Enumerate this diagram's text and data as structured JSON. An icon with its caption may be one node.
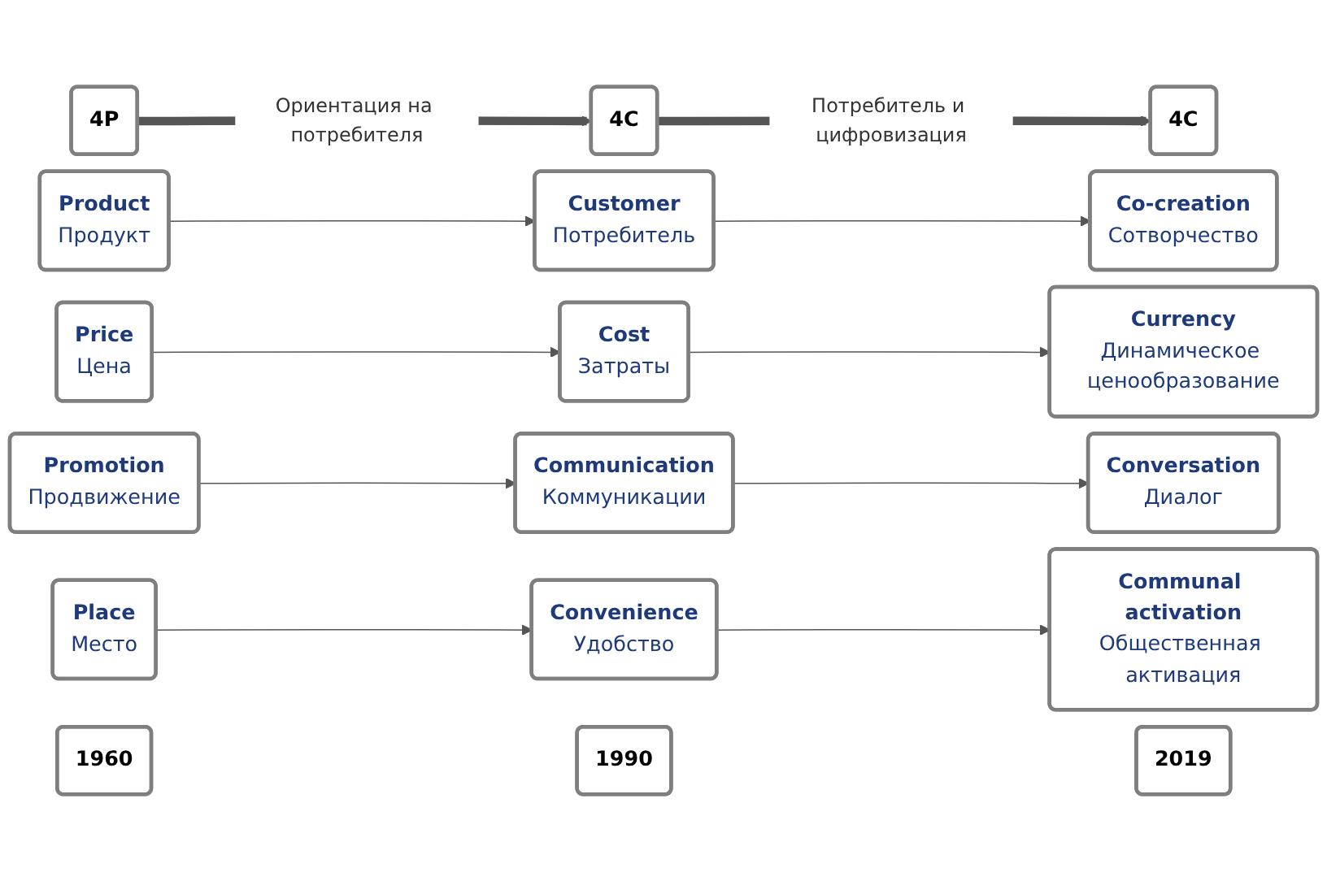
{
  "diagram": {
    "nodes": [
      {
        "text": [
          "4P"
        ]
      },
      {
        "text": [
          "4C"
        ]
      },
      {
        "text": [
          "4C"
        ]
      },
      {
        "text": [
          "Product",
          "Продукт"
        ]
      },
      {
        "text": [
          "Customer",
          "Потребитель"
        ]
      },
      {
        "text": [
          "Co-creation",
          "Сотворчество"
        ]
      },
      {
        "text": [
          "Price",
          "Цена"
        ]
      },
      {
        "text": [
          "Cost",
          "Затраты"
        ]
      },
      {
        "text": [
          "Currency",
          "Динамическое ценообразование"
        ]
      },
      {
        "text": [
          "Promotion",
          "Продвижение"
        ]
      },
      {
        "text": [
          "Communication",
          "Коммуникации"
        ]
      },
      {
        "text": [
          "Conversation",
          "Диалог"
        ]
      },
      {
        "text": [
          "Place",
          "Место"
        ]
      },
      {
        "text": [
          "Convenience",
          "Удобство"
        ]
      },
      {
        "text": [
          "Communal activation",
          "Общественная активация"
        ]
      },
      {
        "text": [
          "1960"
        ]
      },
      {
        "text": [
          "1990"
        ]
      },
      {
        "text": [
          "2019"
        ]
      }
    ],
    "edges": [
      {
        "from": 0,
        "to": 1,
        "arrow": "to",
        "label": "Ориентация на потребителя",
        "style": "thick"
      },
      {
        "from": 1,
        "to": 2,
        "arrow": "to",
        "label": "Потребитель и цифровизация",
        "style": "thick"
      },
      {
        "from": 3,
        "to": 4,
        "arrow": "to"
      },
      {
        "from": 4,
        "to": 5,
        "arrow": "to"
      },
      {
        "from": 6,
        "to": 7,
        "arrow": "to"
      },
      {
        "from": 7,
        "to": 8,
        "arrow": "to"
      },
      {
        "from": 9,
        "to": 10,
        "arrow": "to"
      },
      {
        "from": 10,
        "to": 11,
        "arrow": "to"
      },
      {
        "from": 12,
        "to": 13,
        "arrow": "to"
      },
      {
        "from": 13,
        "to": 14,
        "arrow": "to"
      }
    ]
  }
}
